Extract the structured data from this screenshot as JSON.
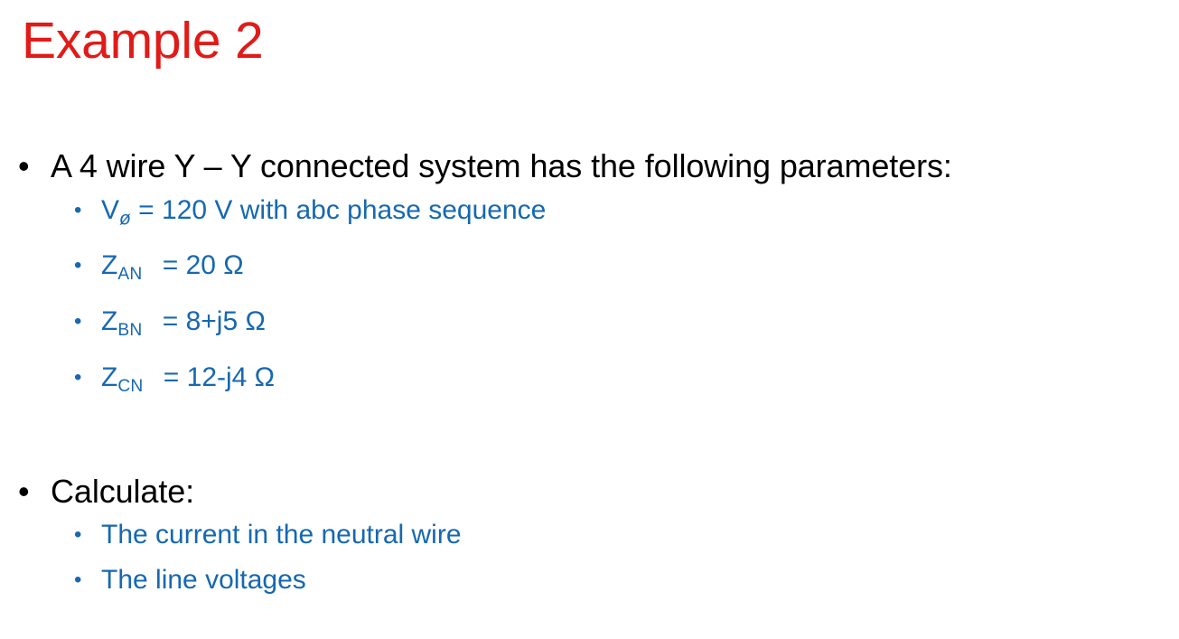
{
  "slide": {
    "title": "Example 2",
    "title_color": "#E01B18",
    "background_color": "#FFFFFF",
    "body_level1_color": "#000000",
    "body_level2_color": "#1668B0",
    "bullet_glyph": "•"
  },
  "content": {
    "parameters_heading": "A 4 wire Y – Y connected system has the following parameters:",
    "parameters": [
      {
        "symbol": "V",
        "subscript": "ø",
        "rest": " = 120 V with abc phase sequence",
        "plain": "Vø = 120 V with abc phase sequence"
      },
      {
        "symbol": "Z",
        "subscript": "AN",
        "rest": " = 20 Ω",
        "plain": "ZAN = 20 Ω"
      },
      {
        "symbol": "Z",
        "subscript": "BN",
        "rest": " = 8+j5 Ω",
        "plain": "ZBN = 8+j5 Ω"
      },
      {
        "symbol": "Z",
        "subscript": "CN",
        "rest": " = 12-j4 Ω",
        "plain": "ZCN = 12-j4 Ω"
      }
    ],
    "calculate_heading": "Calculate:",
    "calculate_items": [
      "The current in the neutral wire",
      "The line voltages"
    ]
  }
}
